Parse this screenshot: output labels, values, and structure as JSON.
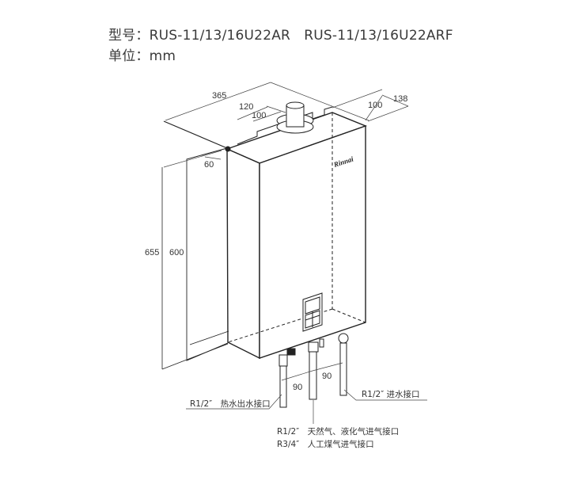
{
  "header": {
    "model_line": "型号：RUS-11/13/16U22AR　RUS-11/13/16U22ARF",
    "unit_line": "单位：mm"
  },
  "diagram": {
    "brand_logo": "Rinnai",
    "dimensions": {
      "width": "365",
      "depth": "138",
      "flue_offset": "120",
      "flue_width": "100",
      "bracket_spacing": "100",
      "side_offset": "60",
      "total_height": "655",
      "body_height": "600",
      "pipe_spacing_left": "90",
      "pipe_spacing_right": "90"
    },
    "labels": {
      "hot_water_out": "R1/2″　热水出水接口",
      "cold_water_in": "R1/2″ 进水接口",
      "gas_in_ng_lpg": "R1/2″　天然气、液化气进气接口",
      "gas_in_town": "R3/4″　人工煤气进气接口"
    }
  }
}
